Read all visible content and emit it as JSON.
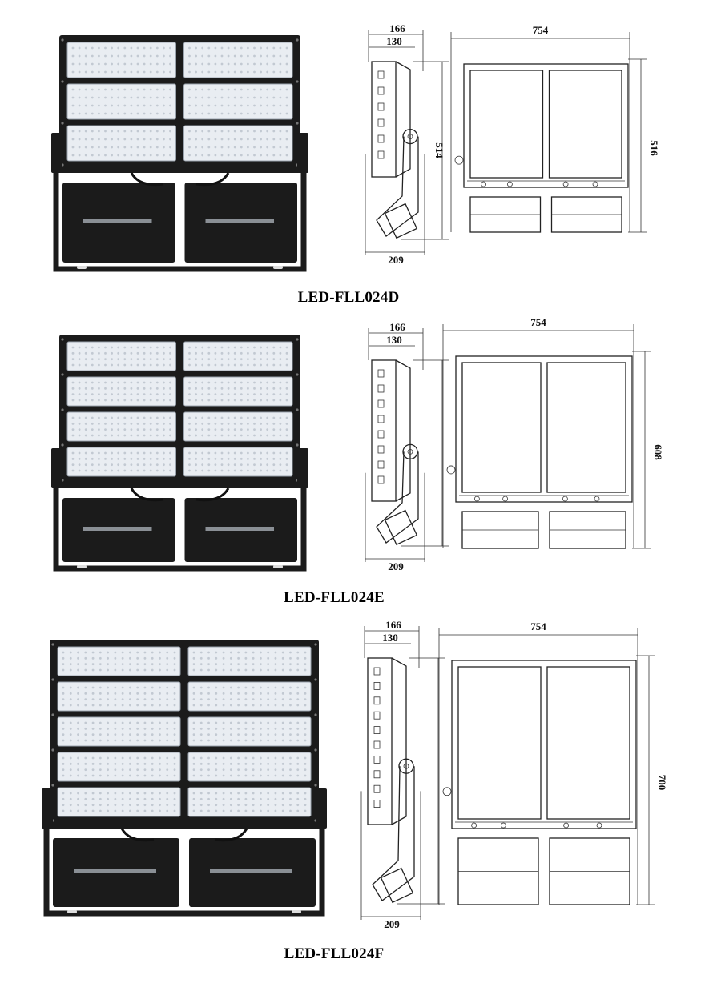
{
  "products": [
    {
      "model": "LED-FLL024D",
      "rows": 3,
      "dims": {
        "side_total_depth": "166",
        "side_body_depth": "130",
        "side_height": "514",
        "side_bottom": "209",
        "front_width": "754",
        "front_height": "516"
      }
    },
    {
      "model": "LED-FLL024E",
      "rows": 4,
      "dims": {
        "side_total_depth": "166",
        "side_body_depth": "130",
        "side_height": "",
        "side_bottom": "209",
        "front_width": "754",
        "front_height": "608"
      }
    },
    {
      "model": "LED-FLL024F",
      "rows": 5,
      "dims": {
        "side_total_depth": "166",
        "side_body_depth": "130",
        "side_height": "",
        "side_bottom": "209",
        "front_width": "754",
        "front_height": "700"
      }
    }
  ],
  "colors": {
    "housing": "#1b1b1b",
    "led_panel": "#e9edf2",
    "drawing_line": "#222222"
  },
  "icons": {
    "photo": "floodlight-photo",
    "side_view": "side-view-drawing",
    "front_view": "front-view-drawing"
  }
}
